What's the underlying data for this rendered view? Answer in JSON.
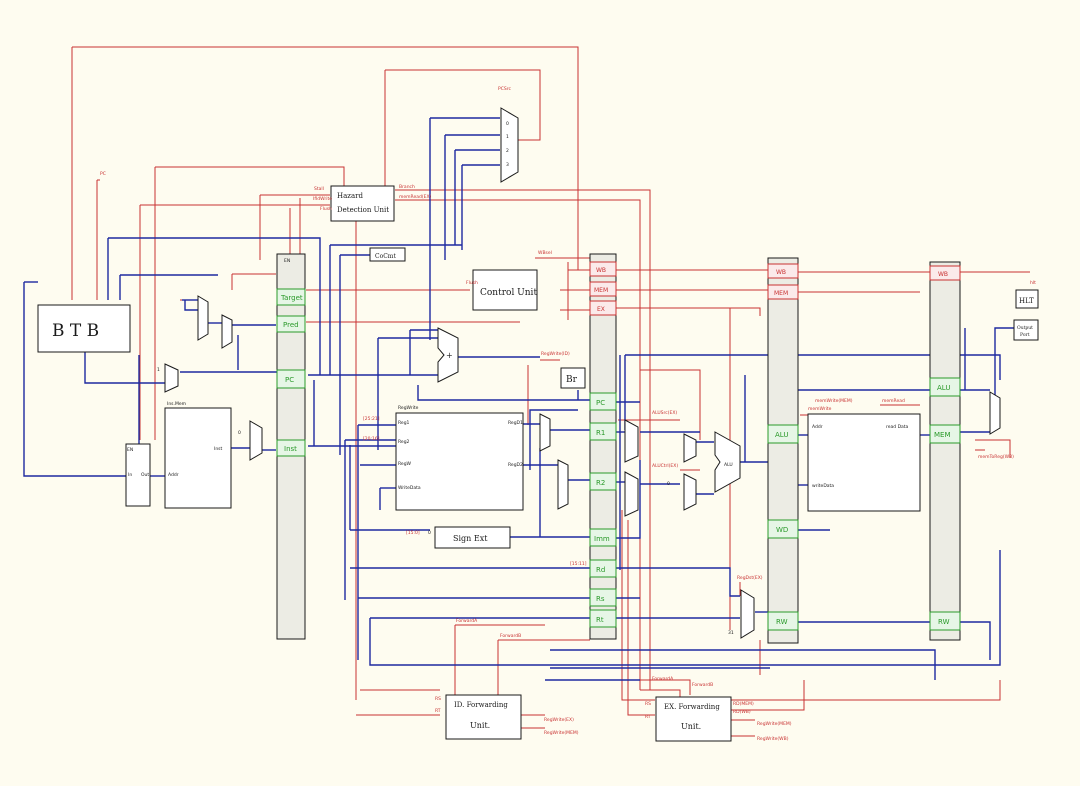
{
  "blocks": {
    "btb": "B T B",
    "hazard_line1": "Hazard",
    "hazard_line2": "Detection Unit",
    "control_unit": "Control Unit",
    "sign_ext": "Sign Ext",
    "compare": "CoCmt",
    "br": "Br",
    "alu_ex": "ALU",
    "hlt": "HLT",
    "output_line1": "Output",
    "output_line2": "Port",
    "id_fwd_line1": "ID. Forwarding",
    "id_fwd_line2": "Unit.",
    "ex_fwd_line1": "EX. Forwarding",
    "ex_fwd_line2": "Unit.",
    "regfile_in1": "Reg1",
    "regfile_in2": "Reg2",
    "regfile_in3": "RegW",
    "regfile_in4": "WriteData",
    "regfile_out1": "RegD1",
    "regfile_out2": "RegD2",
    "regfile_top": "RegWrite",
    "imem_addr": "Addr",
    "imem_inst": "Inst",
    "imem_label": "Ins.Mem",
    "dmem_addr": "Addr",
    "dmem_read": "read Data",
    "dmem_write": "writeData",
    "dmem_memwrite": "memWrite",
    "dmem_memread": "memRead",
    "pc_en": "EN",
    "pc_in": "In",
    "pc_out": "Out"
  },
  "if_id_fields": [
    "Target",
    "Pred",
    "PC",
    "Inst"
  ],
  "if_id_top": "EN",
  "id_ex_control": [
    "WB",
    "MEM",
    "EX"
  ],
  "id_ex_fields": [
    "PC",
    "R1",
    "R2",
    "Imm",
    "Rd",
    "Rs",
    "Rt"
  ],
  "ex_mem_control": [
    "WB",
    "MEM"
  ],
  "ex_mem_fields": [
    "ALU",
    "WD",
    "RW"
  ],
  "mem_wb_control": [
    "WB"
  ],
  "mem_wb_fields": [
    "ALU",
    "MEM",
    "RW"
  ],
  "signals": {
    "pc": "PC",
    "pc_src": "PCSrc",
    "stall": "Stall",
    "ifid_write": "IfIdWrite",
    "ifid_flush": "Flush",
    "br_ctrl": "Branch",
    "id_flush": "Flush",
    "memread_ex": "memRead(EX)",
    "id_ex_wb": "WBsel",
    "id_ex_wb2": "RegWrite(ID)",
    "alusrc_ex": "ALUSrc(EX)",
    "aluctrl_ex": "ALUCtrl(EX)",
    "regdst_ex": "RegDst(EX)",
    "memread_mem": "memRead(MEM)",
    "memwrite_mem": "memWrite(MEM)",
    "regwrite_wb": "memToReg(WB)",
    "hlt_sig": "hlt",
    "rs_lbl": "[25:21]",
    "rt_lbl": "[20:16]",
    "rd_lbl": "[15:11]",
    "imm_lbl": "[15:0]",
    "fwd_a": "ForwardA",
    "fwd_b": "ForwardB",
    "fwd_a2": "ForwardA",
    "fwd_b2": "ForwardB",
    "idf_rs": "RS",
    "idf_rt": "RT",
    "idf_out1": "RegWrite(EX)",
    "idf_out2": "RegWrite(MEM)",
    "exf_rs": "RS",
    "exf_rt": "RT",
    "exf_out1": "RegWrite(MEM)",
    "exf_out2": "RegWrite(WB)",
    "exf_in1": "RD(MEM)",
    "exf_in2": "RD(WB)",
    "const_one": "1",
    "const_zero": "0",
    "const_zero2": "0",
    "const_zero3": "0",
    "const_31": "31",
    "plus": "+",
    "mux_in0": "0",
    "mux_in1": "1",
    "mux_in2": "2",
    "mux_in3": "3"
  }
}
